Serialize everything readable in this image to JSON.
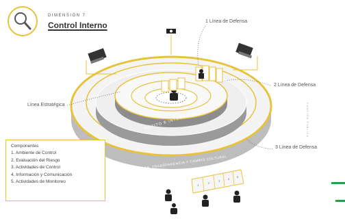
{
  "header": {
    "kicker": "DIMENSIÓN 7",
    "title": "Control Interno",
    "icon": "magnifier-icon"
  },
  "labels": {
    "first_line": "1 Línea de Defensa",
    "second_line": "2 Línea de Defensa",
    "third_line": "3 Línea de Defensa",
    "strategic_line": "Línea Estratégica"
  },
  "rings": {
    "inner": "MÉRITO E INTEGRIDAD",
    "outer": "VALORES, TRANSPARENCIA Y CAMBIO CULTURAL"
  },
  "components": {
    "title": "Componentes",
    "items": [
      "1. Ambiente de Control",
      "2. Evaluación del Riesgo",
      "3. Actividades de Control",
      "4. Información y Comunicación",
      "5. Actividades de Monitoreo"
    ]
  },
  "segments": [
    "1",
    "2",
    "3",
    "4",
    "5"
  ],
  "side_text": "FUNCIÓN PÚBLICA",
  "colors": {
    "accent": "#e8c23a",
    "ring_grey": "#9a9a9a",
    "brand_green": "#2e9a4a"
  }
}
